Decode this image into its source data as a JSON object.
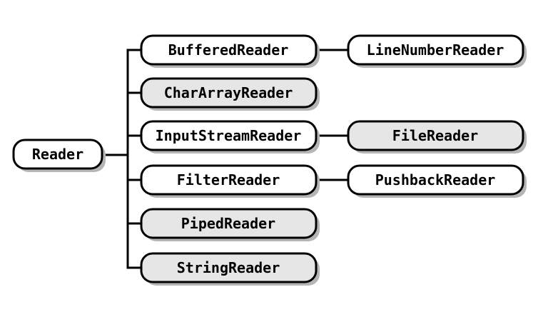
{
  "diagram": {
    "root": {
      "label": "Reader"
    },
    "children": [
      {
        "label": "BufferedReader",
        "style": "plain",
        "child": {
          "label": "LineNumberReader",
          "style": "plain"
        }
      },
      {
        "label": "CharArrayReader",
        "style": "shaded"
      },
      {
        "label": "InputStreamReader",
        "style": "plain",
        "child": {
          "label": "FileReader",
          "style": "shaded"
        }
      },
      {
        "label": "FilterReader",
        "style": "plain",
        "child": {
          "label": "PushbackReader",
          "style": "plain"
        }
      },
      {
        "label": "PipedReader",
        "style": "shaded"
      },
      {
        "label": "StringReader",
        "style": "shaded"
      }
    ]
  },
  "colors": {
    "plain_fill": "#ffffff",
    "shaded_fill": "#e6e6e6",
    "stroke": "#000000",
    "shadow": "#b5b5b5"
  }
}
